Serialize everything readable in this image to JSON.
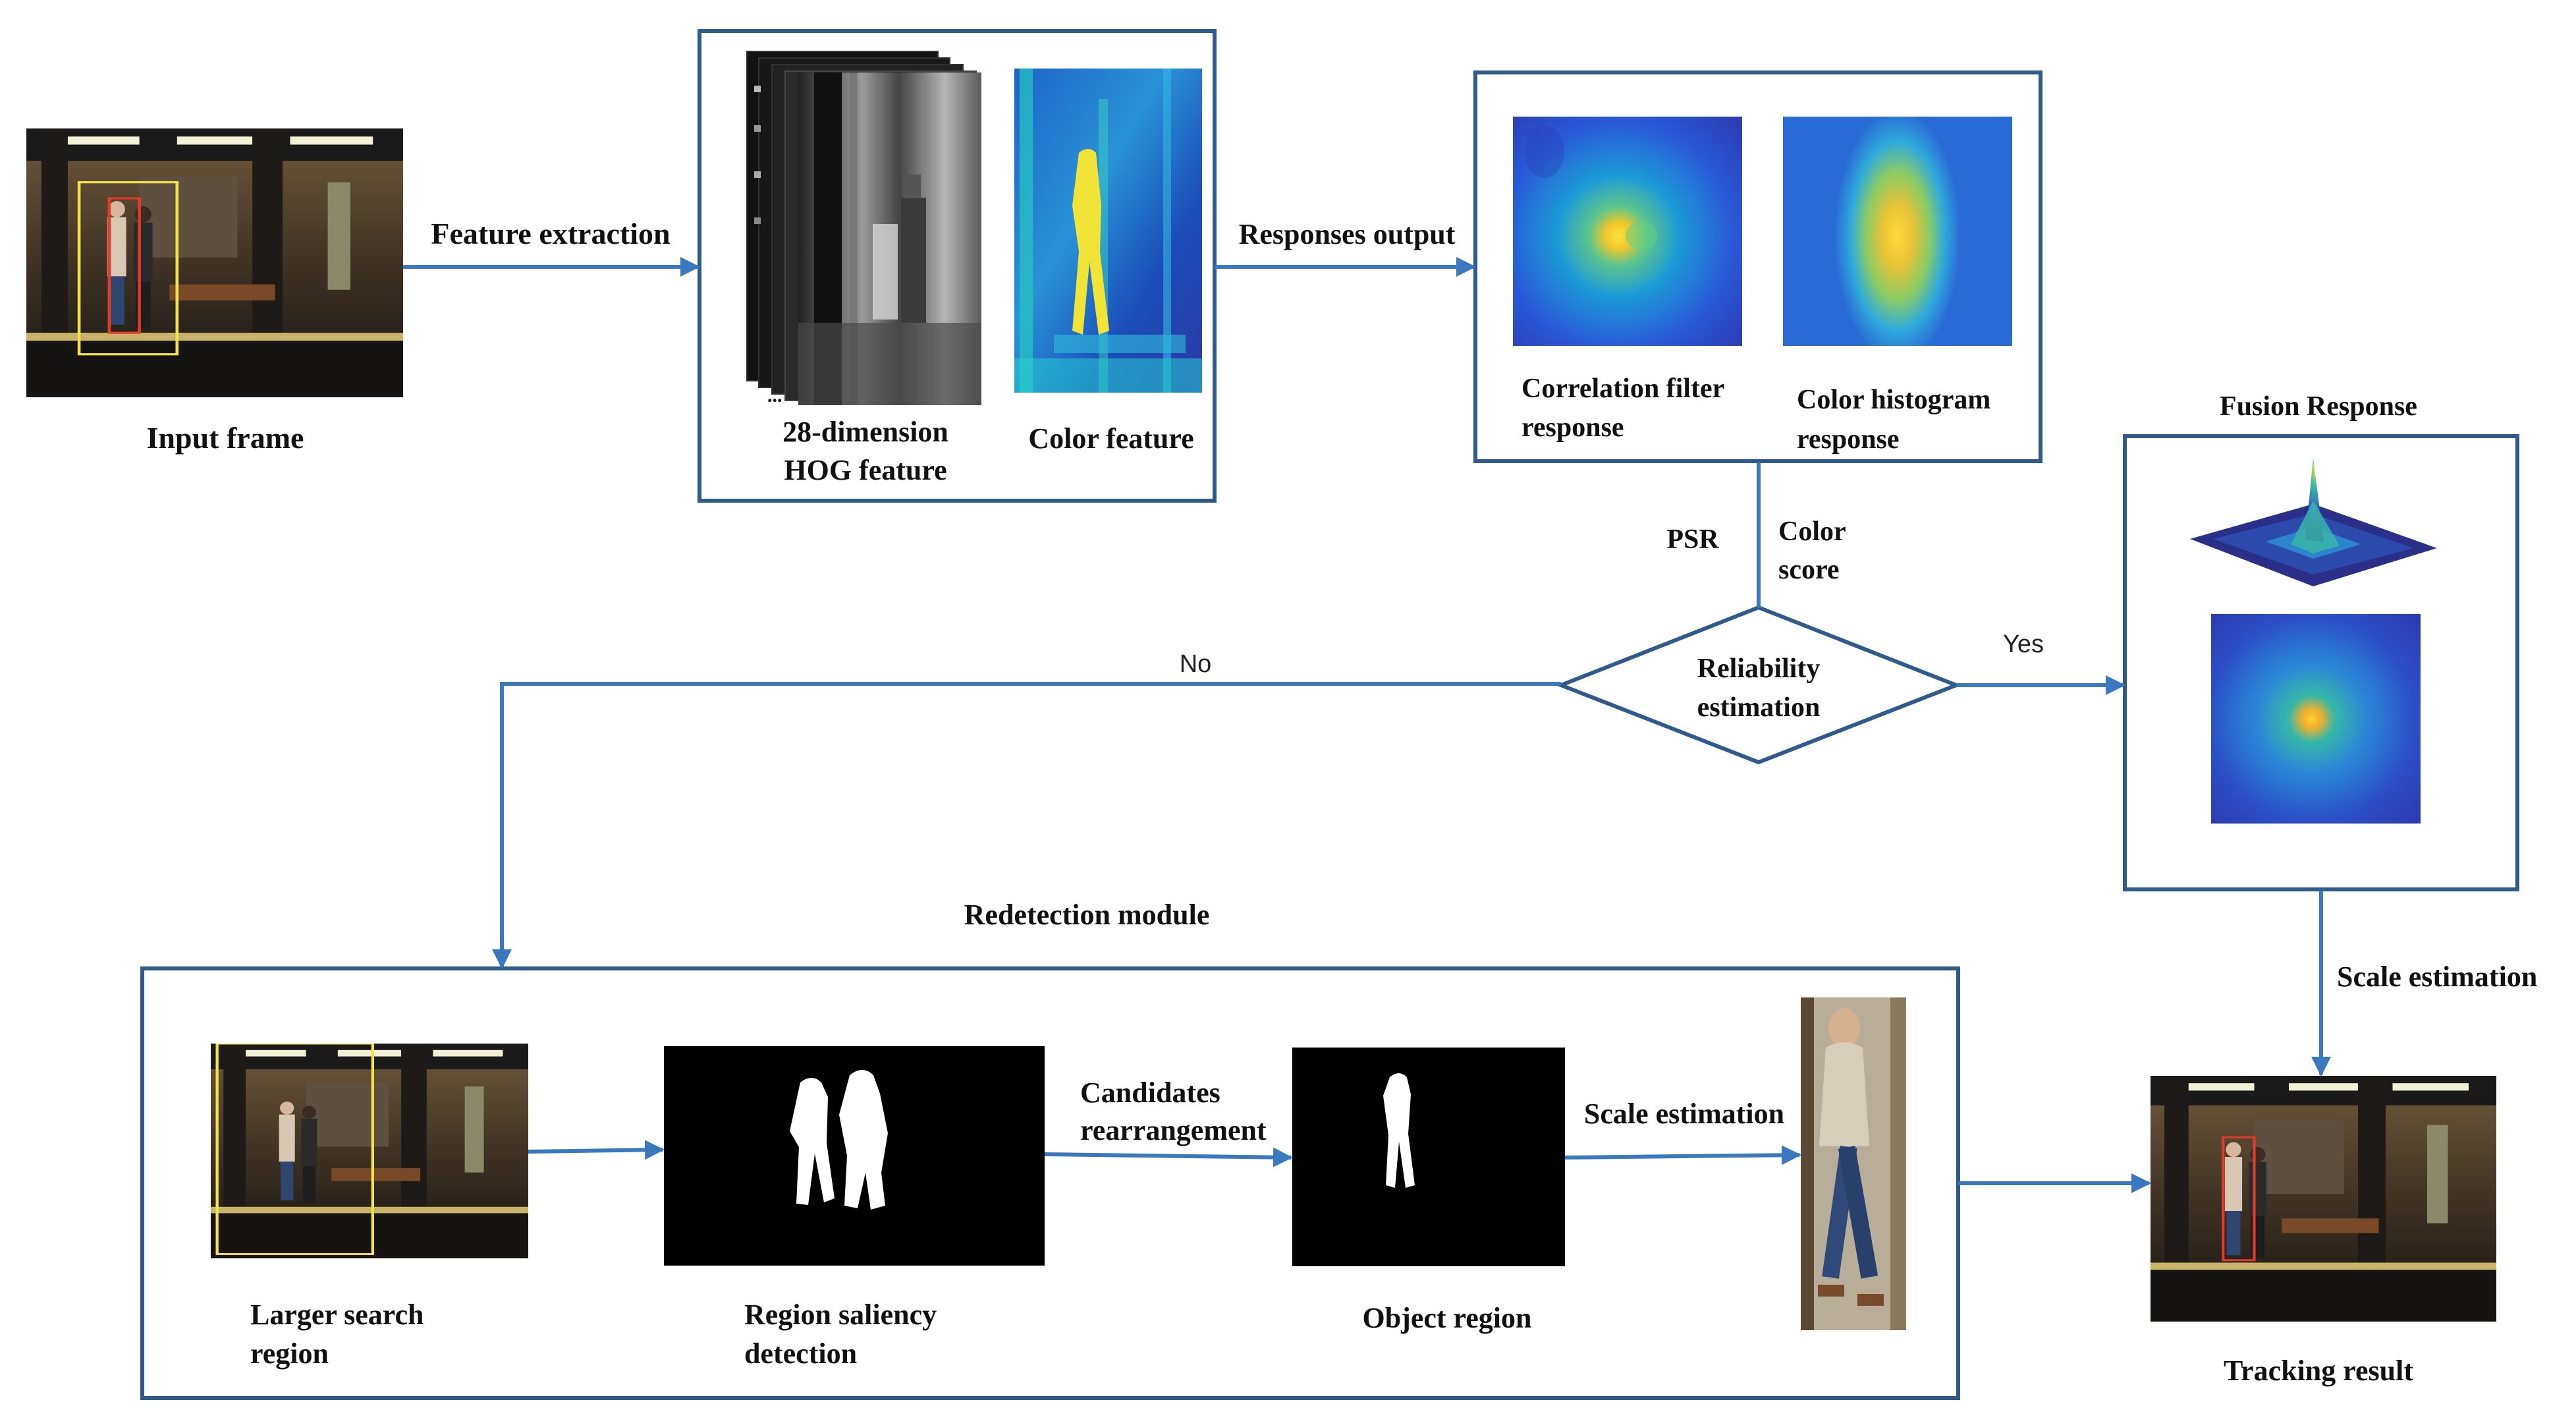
{
  "labels": {
    "input_frame": "Input frame",
    "feature_extraction": "Feature extraction",
    "hog_line1": "28-dimension",
    "hog_line2": "HOG feature",
    "hog_ellipsis": "...",
    "color_feature": "Color feature",
    "responses_output": "Responses output",
    "cf_line1": "Correlation filter",
    "cf_line2": "response",
    "ch_line1": "Color histogram",
    "ch_line2": "response",
    "fusion_response": "Fusion Response",
    "psr": "PSR",
    "color_score_line1": "Color",
    "color_score_line2": "score",
    "reliability_line1": "Reliability",
    "reliability_line2": "estimation",
    "no": "No",
    "yes": "Yes",
    "scale_estimation_right": "Scale estimation",
    "redetection_module": "Redetection module",
    "larger_line1": "Larger search",
    "larger_line2": "region",
    "saliency_line1": "Region saliency",
    "saliency_line2": "detection",
    "candidates_line1": "Candidates",
    "candidates_line2": "rearrangement",
    "object_region": "Object region",
    "scale_estimation_bottom": "Scale estimation",
    "tracking_result": "Tracking result"
  },
  "colors": {
    "arrow": "#3a78c0",
    "box_border": "#2e5a8c",
    "tracking_box_inner": "#e53a2a",
    "tracking_box_outer": "#f2e24a"
  }
}
